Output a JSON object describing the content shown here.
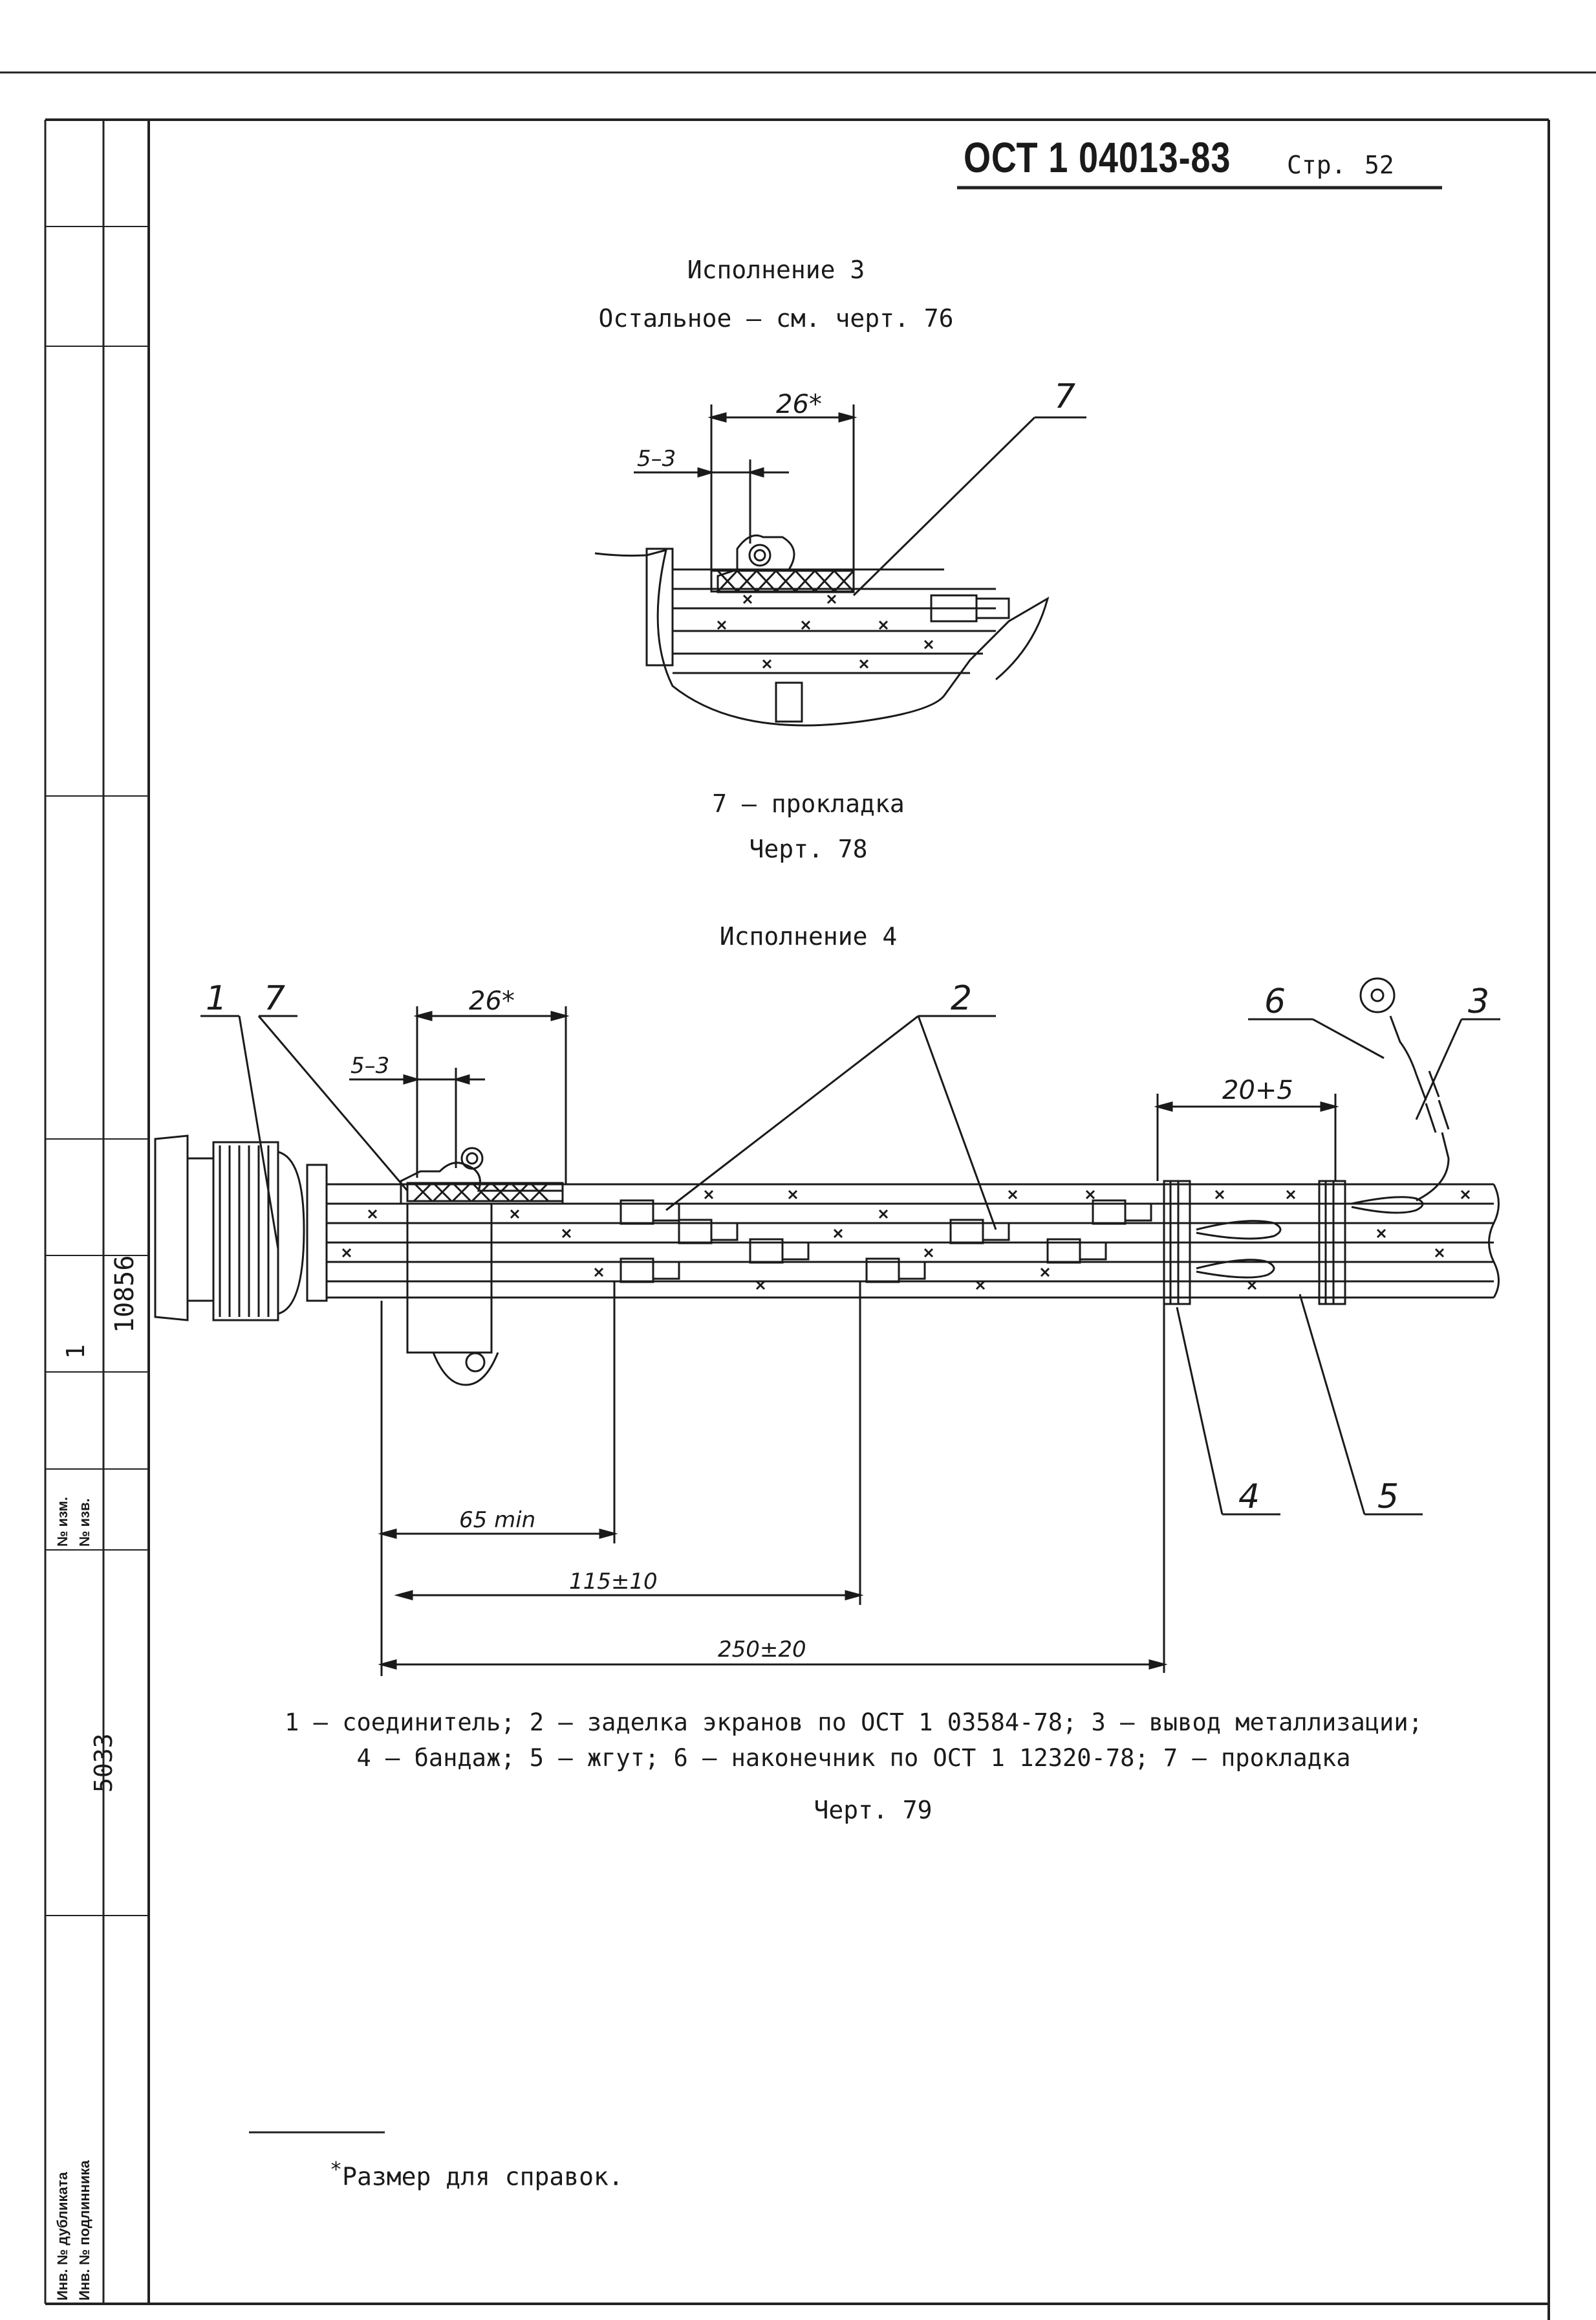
{
  "header": {
    "doc_number": "ОСТ 1 04013-83",
    "page_label": "Стр.",
    "page_number": "52"
  },
  "side_stamp": {
    "col1_labels": [
      "Инв. № дубликата",
      "Инв. № подлинника"
    ],
    "col2_labels": [
      "№ изм.",
      "№ изв."
    ],
    "change_number": "1",
    "notice_number": "10856",
    "original_number": "5033"
  },
  "section1": {
    "variant_title": "Исполнение 3",
    "reference": "Остальное – см. черт. 76",
    "dim_26": "26*",
    "dim_5_3": "5–3",
    "callout_7": "7",
    "legend": "7 – прокладка",
    "caption": "Черт. 78"
  },
  "section2": {
    "variant_title": "Исполнение 4",
    "callouts": [
      "1",
      "7",
      "2",
      "6",
      "3",
      "4",
      "5"
    ],
    "dim_26": "26*",
    "dim_5_3": "5–3",
    "dim_20": "20+5",
    "dim_65": "65 min",
    "dim_115": "115±10",
    "dim_250": "250±20",
    "legend_line1": "1 – соединитель; 2 – заделка экранов по ОСТ 1 03584-78; 3 – вывод металлизации;",
    "legend_line2": "4 – бандаж; 5 – жгут; 6 – наконечник по ОСТ 1 12320-78; 7 – прокладка",
    "caption": "Черт. 79"
  },
  "footnote": {
    "mark": "*",
    "text": "Размер для справок."
  }
}
